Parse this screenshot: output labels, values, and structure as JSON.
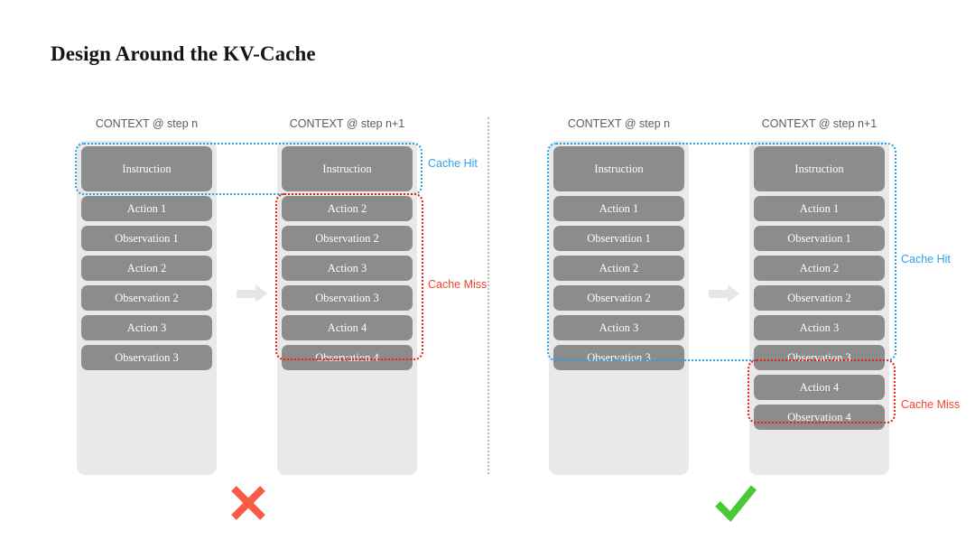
{
  "title": "Design Around the KV-Cache",
  "colors": {
    "cache_hit": "#2ba3ea",
    "cache_miss": "#f4422c",
    "block_fill": "#8c8c8c",
    "container_fill": "#e9e9e9",
    "cross": "#fa5a46",
    "check": "#4ac936",
    "divider": "#b9b9b9"
  },
  "panels": [
    {
      "id": "bad",
      "verdict": "cross-icon",
      "columns": [
        {
          "header": "CONTEXT @ step n",
          "blocks": [
            "Instruction",
            "Action 1",
            "Observation 1",
            "Action 2",
            "Observation 2",
            "Action 3",
            "Observation 3"
          ]
        },
        {
          "header": "CONTEXT @ step n+1",
          "blocks": [
            "Instruction",
            "Action 2",
            "Observation 2",
            "Action 3",
            "Observation 3",
            "Action 4",
            "Observation 4"
          ]
        }
      ],
      "annotations": [
        {
          "label": "Cache Hit",
          "kind": "blue"
        },
        {
          "label": "Cache Miss",
          "kind": "red"
        }
      ]
    },
    {
      "id": "good",
      "verdict": "check-icon",
      "columns": [
        {
          "header": "CONTEXT @ step n",
          "blocks": [
            "Instruction",
            "Action 1",
            "Observation 1",
            "Action 2",
            "Observation 2",
            "Action 3",
            "Observation 3"
          ]
        },
        {
          "header": "CONTEXT @ step n+1",
          "blocks": [
            "Instruction",
            "Action 1",
            "Observation 1",
            "Action 2",
            "Observation 2",
            "Action 3",
            "Observation 3",
            "Action 4",
            "Observation 4"
          ]
        }
      ],
      "annotations": [
        {
          "label": "Cache Hit",
          "kind": "blue"
        },
        {
          "label": "Cache Miss",
          "kind": "red"
        }
      ]
    }
  ]
}
